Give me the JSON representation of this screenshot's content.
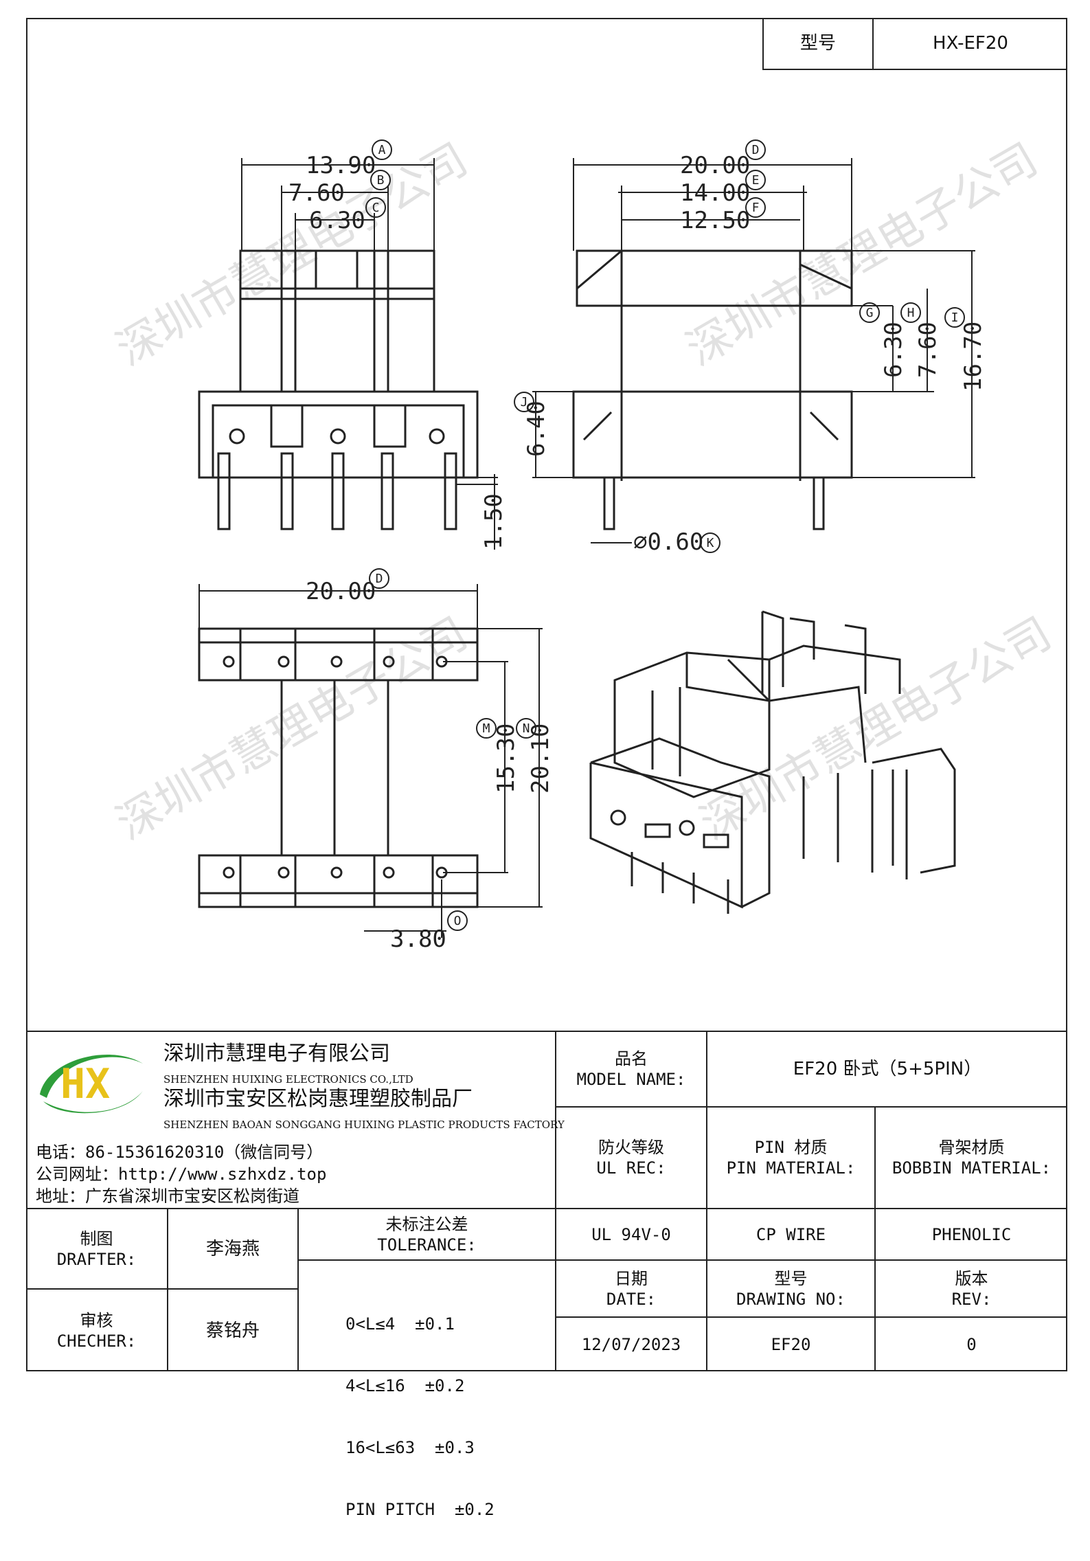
{
  "header": {
    "model_label": "型号",
    "model_value": "HX-EF20"
  },
  "drawing": {
    "front": {
      "dim_a": "13.90",
      "tag_a": "A",
      "dim_b": "7.60",
      "tag_b": "B",
      "dim_c": "6.30",
      "tag_c": "C",
      "dim_pin": "1.50"
    },
    "side": {
      "dim_d": "20.00",
      "tag_d": "D",
      "dim_e": "14.00",
      "tag_e": "E",
      "dim_f": "12.50",
      "tag_f": "F",
      "dim_g": "6.30",
      "tag_g": "G",
      "dim_h": "7.60",
      "tag_h": "H",
      "dim_i": "16.70",
      "tag_i": "I",
      "dim_j": "6.40",
      "tag_j": "J",
      "dim_k": "⌀0.60",
      "tag_k": "K"
    },
    "bottom": {
      "dim_d": "20.00",
      "tag_d": "D",
      "dim_m": "15.30",
      "tag_m": "M",
      "dim_n": "20.10",
      "tag_n": "N",
      "dim_o": "3.80",
      "tag_o": "O"
    }
  },
  "watermark": "深圳市慧理电子公司",
  "company": {
    "logo_text": "HX",
    "name_cn": "深圳市慧理电子有限公司",
    "name_en": "SHENZHEN HUIXING ELECTRONICS CO.,LTD",
    "factory_cn": "深圳市宝安区松岗惠理塑胶制品厂",
    "factory_en": "SHENZHEN BAOAN SONGGANG HUIXING PLASTIC PRODUCTS FACTORY",
    "phone": "电话：86-15361620310（微信同号）",
    "website": "公司网址：http://www.szhxdz.top",
    "address": "地址：广东省深圳市宝安区松岗街道"
  },
  "title_block": {
    "product_name_cn": "品名",
    "product_name_en": "MODEL NAME:",
    "product_name_value": "EF20 卧式（5+5PIN）",
    "ul_cn": "防火等级",
    "ul_en": "UL REC:",
    "pin_material_cn": "PIN 材质",
    "pin_material_en": "PIN MATERIAL:",
    "bobbin_material_cn": "骨架材质",
    "bobbin_material_en": "BOBBIN MATERIAL:",
    "ul_value": "UL 94V-0",
    "pin_material_value": "CP WIRE",
    "bobbin_material_value": "PHENOLIC",
    "drafter_cn": "制图",
    "drafter_en": "DRAFTER:",
    "drafter_value": "李海燕",
    "checker_cn": "审核",
    "checker_en": "CHECHER:",
    "checker_value": "蔡铭舟",
    "tolerance_cn": "未标注公差",
    "tolerance_en": "TOLERANCE:",
    "tolerance_rows": [
      "0<L≤4  ±0.1",
      "4<L≤16  ±0.2",
      "16<L≤63  ±0.3",
      "PIN PITCH  ±0.2"
    ],
    "date_cn": "日期",
    "date_en": "DATE:",
    "date_value": "12/07/2023",
    "drawing_no_cn": "型号",
    "drawing_no_en": "DRAWING NO:",
    "drawing_no_value": "EF20",
    "rev_cn": "版本",
    "rev_en": "REV:",
    "rev_value": "0"
  },
  "colors": {
    "logo_green": "#2e9e3a",
    "logo_yellow": "#e8c21a",
    "line": "#222222"
  }
}
